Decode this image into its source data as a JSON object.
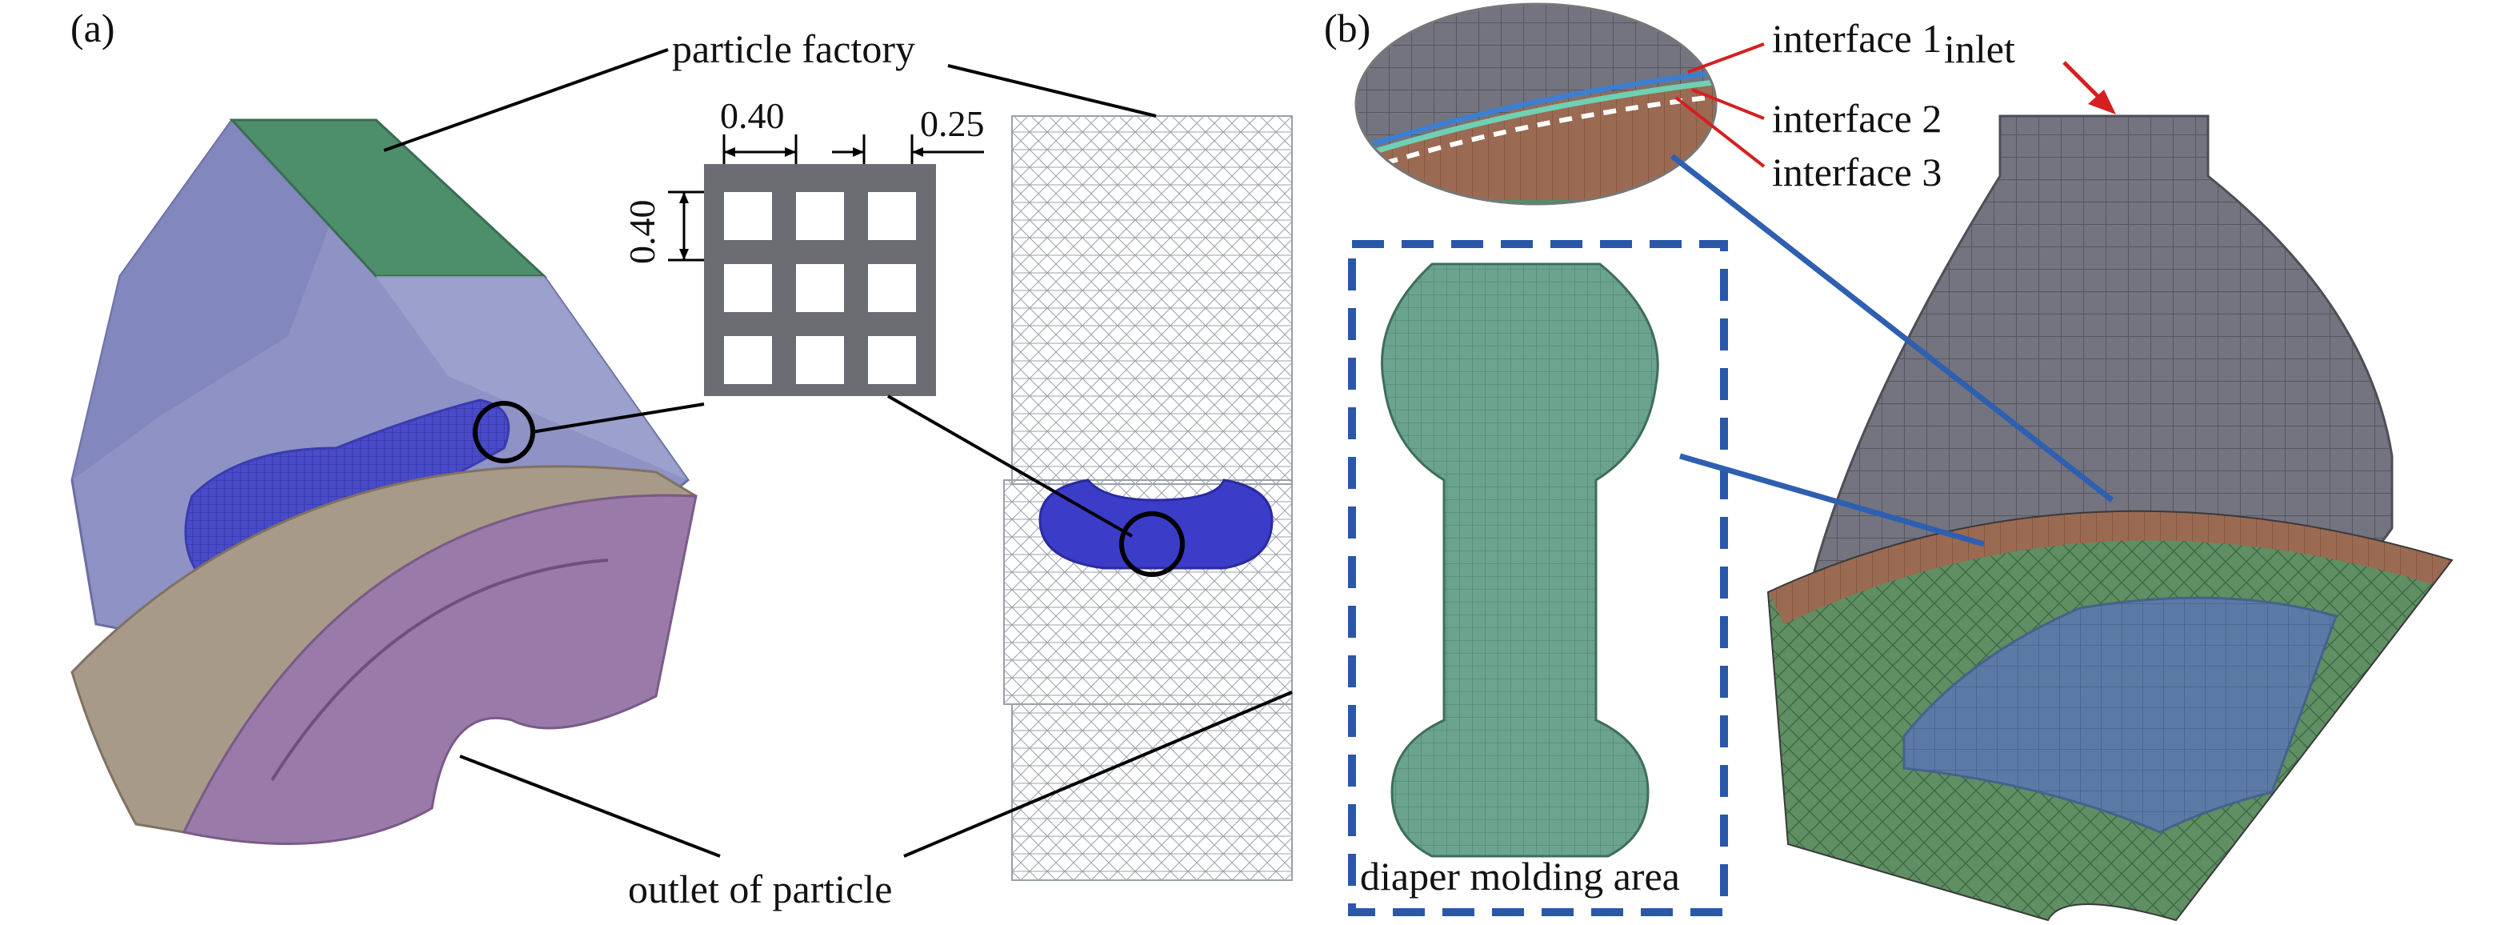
{
  "panel_a": {
    "tag": "(a)",
    "label_particle_factory": "particle factory",
    "label_outlet": "outlet of particle",
    "dim_w": "0.40",
    "dim_h": "0.40",
    "dim_gap": "0.25"
  },
  "panel_b": {
    "tag": "(b)",
    "label_interface_1": "interface 1",
    "label_interface_2": "interface 2",
    "label_interface_3": "interface 3",
    "label_inlet": "inlet",
    "label_diaper": "diaper molding area"
  },
  "colors": {
    "housing": "#8e92c4",
    "factory_top": "#4e8f6b",
    "particles": "#4a4bc8",
    "outlet_face": "#9a7aa8",
    "ring": "#a89a88",
    "mesh_grey": "#737480",
    "interface_brown": "#9b6a52",
    "mold_green": "#6aa38e",
    "core_blue": "#5c7aa6",
    "leader_blue": "#2f5fb0",
    "interface_red": "#d42020",
    "dash_blue": "#2a57a8"
  }
}
